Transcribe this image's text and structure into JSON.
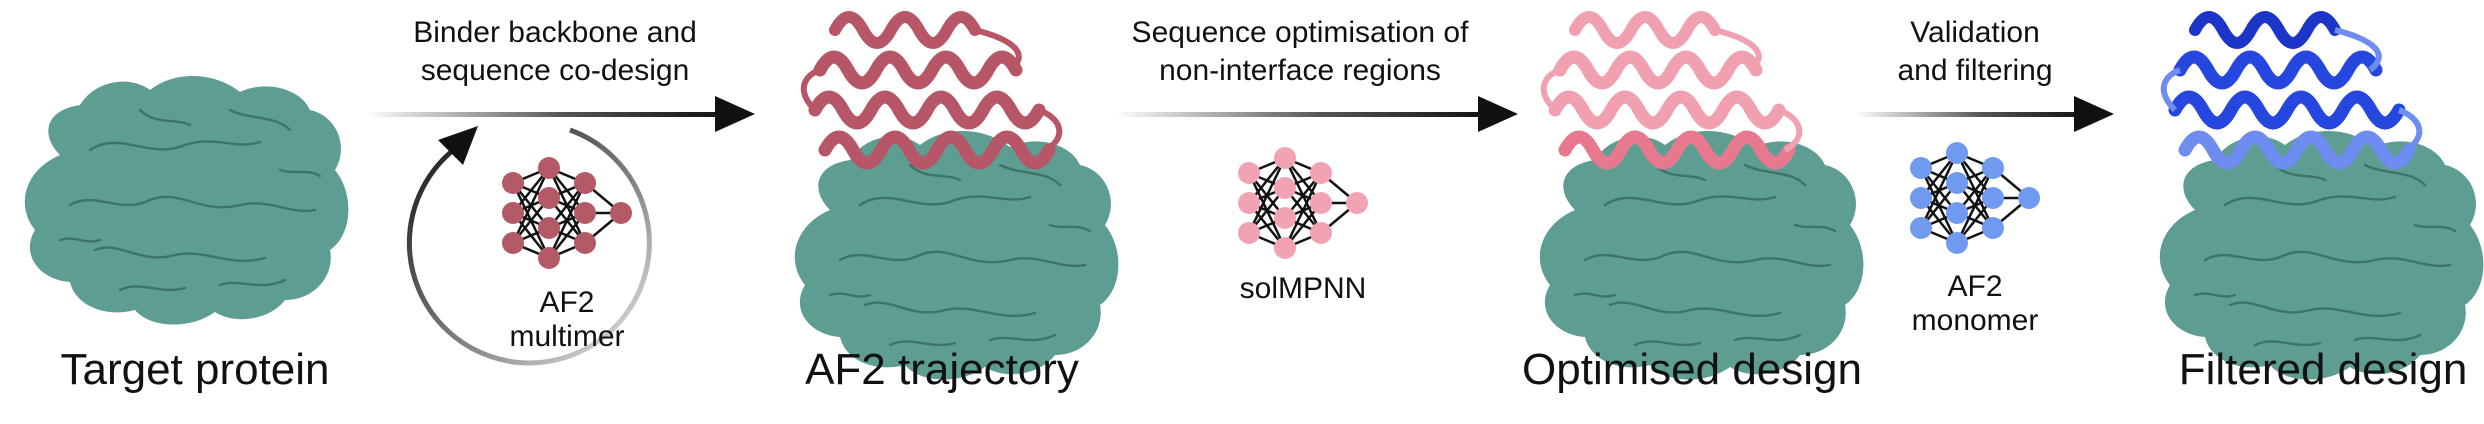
{
  "stages": [
    {
      "id": "target",
      "label": "Target protein"
    },
    {
      "id": "trajectory",
      "label": "AF2 trajectory"
    },
    {
      "id": "optimised",
      "label": "Optimised design"
    },
    {
      "id": "filtered",
      "label": "Filtered design"
    }
  ],
  "steps": [
    {
      "id": "codesign",
      "lines": [
        "Binder backbone and",
        "sequence co-design"
      ]
    },
    {
      "id": "seqopt",
      "lines": [
        "Sequence optimisation of",
        "non-interface regions"
      ]
    },
    {
      "id": "validation",
      "lines": [
        "Validation",
        "and filtering"
      ]
    }
  ],
  "networks": [
    {
      "id": "af2-multimer",
      "lines": [
        "AF2",
        "multimer"
      ],
      "color": "#b45a66"
    },
    {
      "id": "solmpnn",
      "lines": [
        "solMPNN"
      ],
      "color": "#f2a3b3"
    },
    {
      "id": "af2-monomer",
      "lines": [
        "AF2",
        "monomer"
      ],
      "color": "#6f9af0"
    }
  ],
  "colors": {
    "surface": "#5e9e92",
    "surface_line": "#3f7268",
    "binder_trajectory": "#b65666",
    "binder_optimised": "#f0a0b0",
    "binder_filtered": "#2547e0",
    "binder_filtered_light": "#6f8cf0",
    "arrow": "#111111"
  }
}
